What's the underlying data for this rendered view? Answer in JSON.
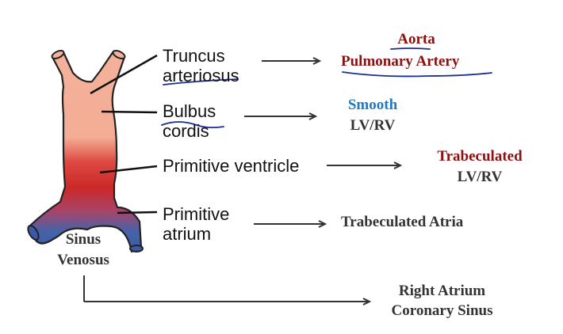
{
  "structures": {
    "truncus_line1": "Truncus",
    "truncus_line2": "arteriosus",
    "bulbus_line1": "Bulbus",
    "bulbus_line2": "cordis",
    "ventricle": "Primitive ventricle",
    "atrium_line1": "Primitive",
    "atrium_line2": "atrium",
    "sinus_line1": "Sinus",
    "sinus_line2": "Venosus"
  },
  "derivatives": {
    "truncus_1": "Aorta",
    "truncus_2": "Pulmonary Artery",
    "bulbus_1": "Smooth",
    "bulbus_2": "LV/RV",
    "ventricle_1": "Trabeculated",
    "ventricle_2": "LV/RV",
    "atrium": "Trabeculated Atria",
    "sinus_1": "Right Atrium",
    "sinus_2": "Coronary Sinus"
  },
  "colors": {
    "dark_red": "#8b1010",
    "blue_text": "#1f7ac4",
    "ink_blue": "#1b2d8f",
    "tube_pink": "#f5b19b",
    "tube_red": "#d02b2b",
    "tube_blue": "#3f63ad"
  }
}
